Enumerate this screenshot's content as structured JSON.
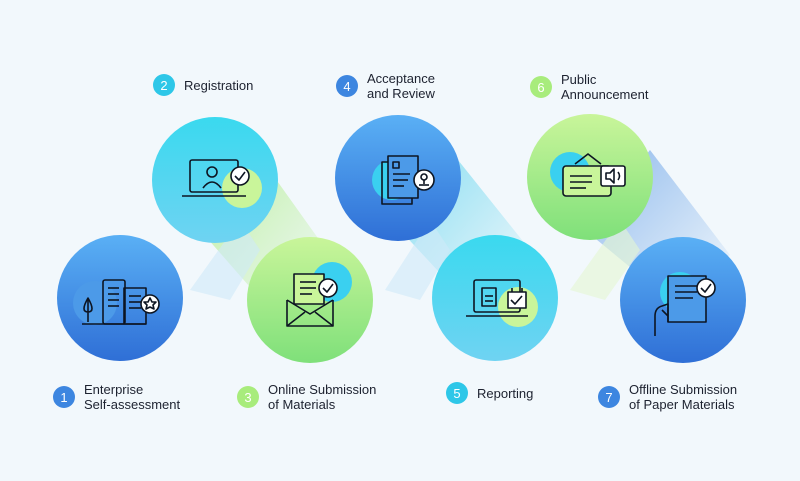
{
  "steps": [
    {
      "number": "1",
      "line1": "Enterprise",
      "line2": "Self-assessment",
      "icon": "building-tree-star-icon",
      "theme": "blue"
    },
    {
      "number": "2",
      "line1": "Registration",
      "line2": "",
      "icon": "laptop-user-check-icon",
      "theme": "cyan"
    },
    {
      "number": "3",
      "line1": "Online Submission",
      "line2": "of Materials",
      "icon": "envelope-document-check-icon",
      "theme": "green"
    },
    {
      "number": "4",
      "line1": "Acceptance",
      "line2": "and Review",
      "icon": "documents-stamp-icon",
      "theme": "blue"
    },
    {
      "number": "5",
      "line1": "Reporting",
      "line2": "",
      "icon": "laptop-report-check-icon",
      "theme": "cyan"
    },
    {
      "number": "6",
      "line1": "Public",
      "line2": "Announcement",
      "icon": "board-speaker-icon",
      "theme": "green"
    },
    {
      "number": "7",
      "line1": "Offline Submission",
      "line2": "of Paper Materials",
      "icon": "hand-document-check-icon",
      "theme": "blue"
    }
  ],
  "colors": {
    "background": "#f2f8fc",
    "blue": "#3d86e0",
    "cyan": "#2ec7e8",
    "green": "#a8ec7c",
    "icon_stroke": "#0d1522"
  }
}
